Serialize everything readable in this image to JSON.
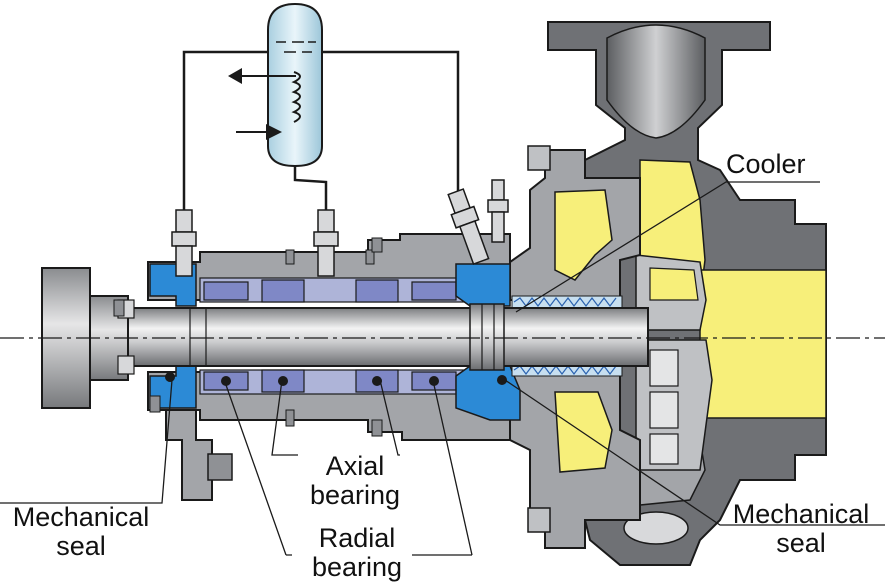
{
  "labels": {
    "cooler": "Cooler",
    "axial_line1": "Axial",
    "axial_line2": "bearing",
    "radial_line1": "Radial",
    "radial_line2": "bearing",
    "mech_left_line1": "Mechanical",
    "mech_left_line2": "seal",
    "mech_right_line1": "Mechanical",
    "mech_right_line2": "seal"
  },
  "colors": {
    "housing_gray": "#a3a5a9",
    "housing_dark": "#6f7175",
    "seal_blue": "#2c8ad6",
    "pump_yellow": "#f7ef7a",
    "reservoir_blue": "#cfe6f1",
    "bearing_lilac": "#aeb4d8",
    "outline": "#1a1a1a"
  }
}
